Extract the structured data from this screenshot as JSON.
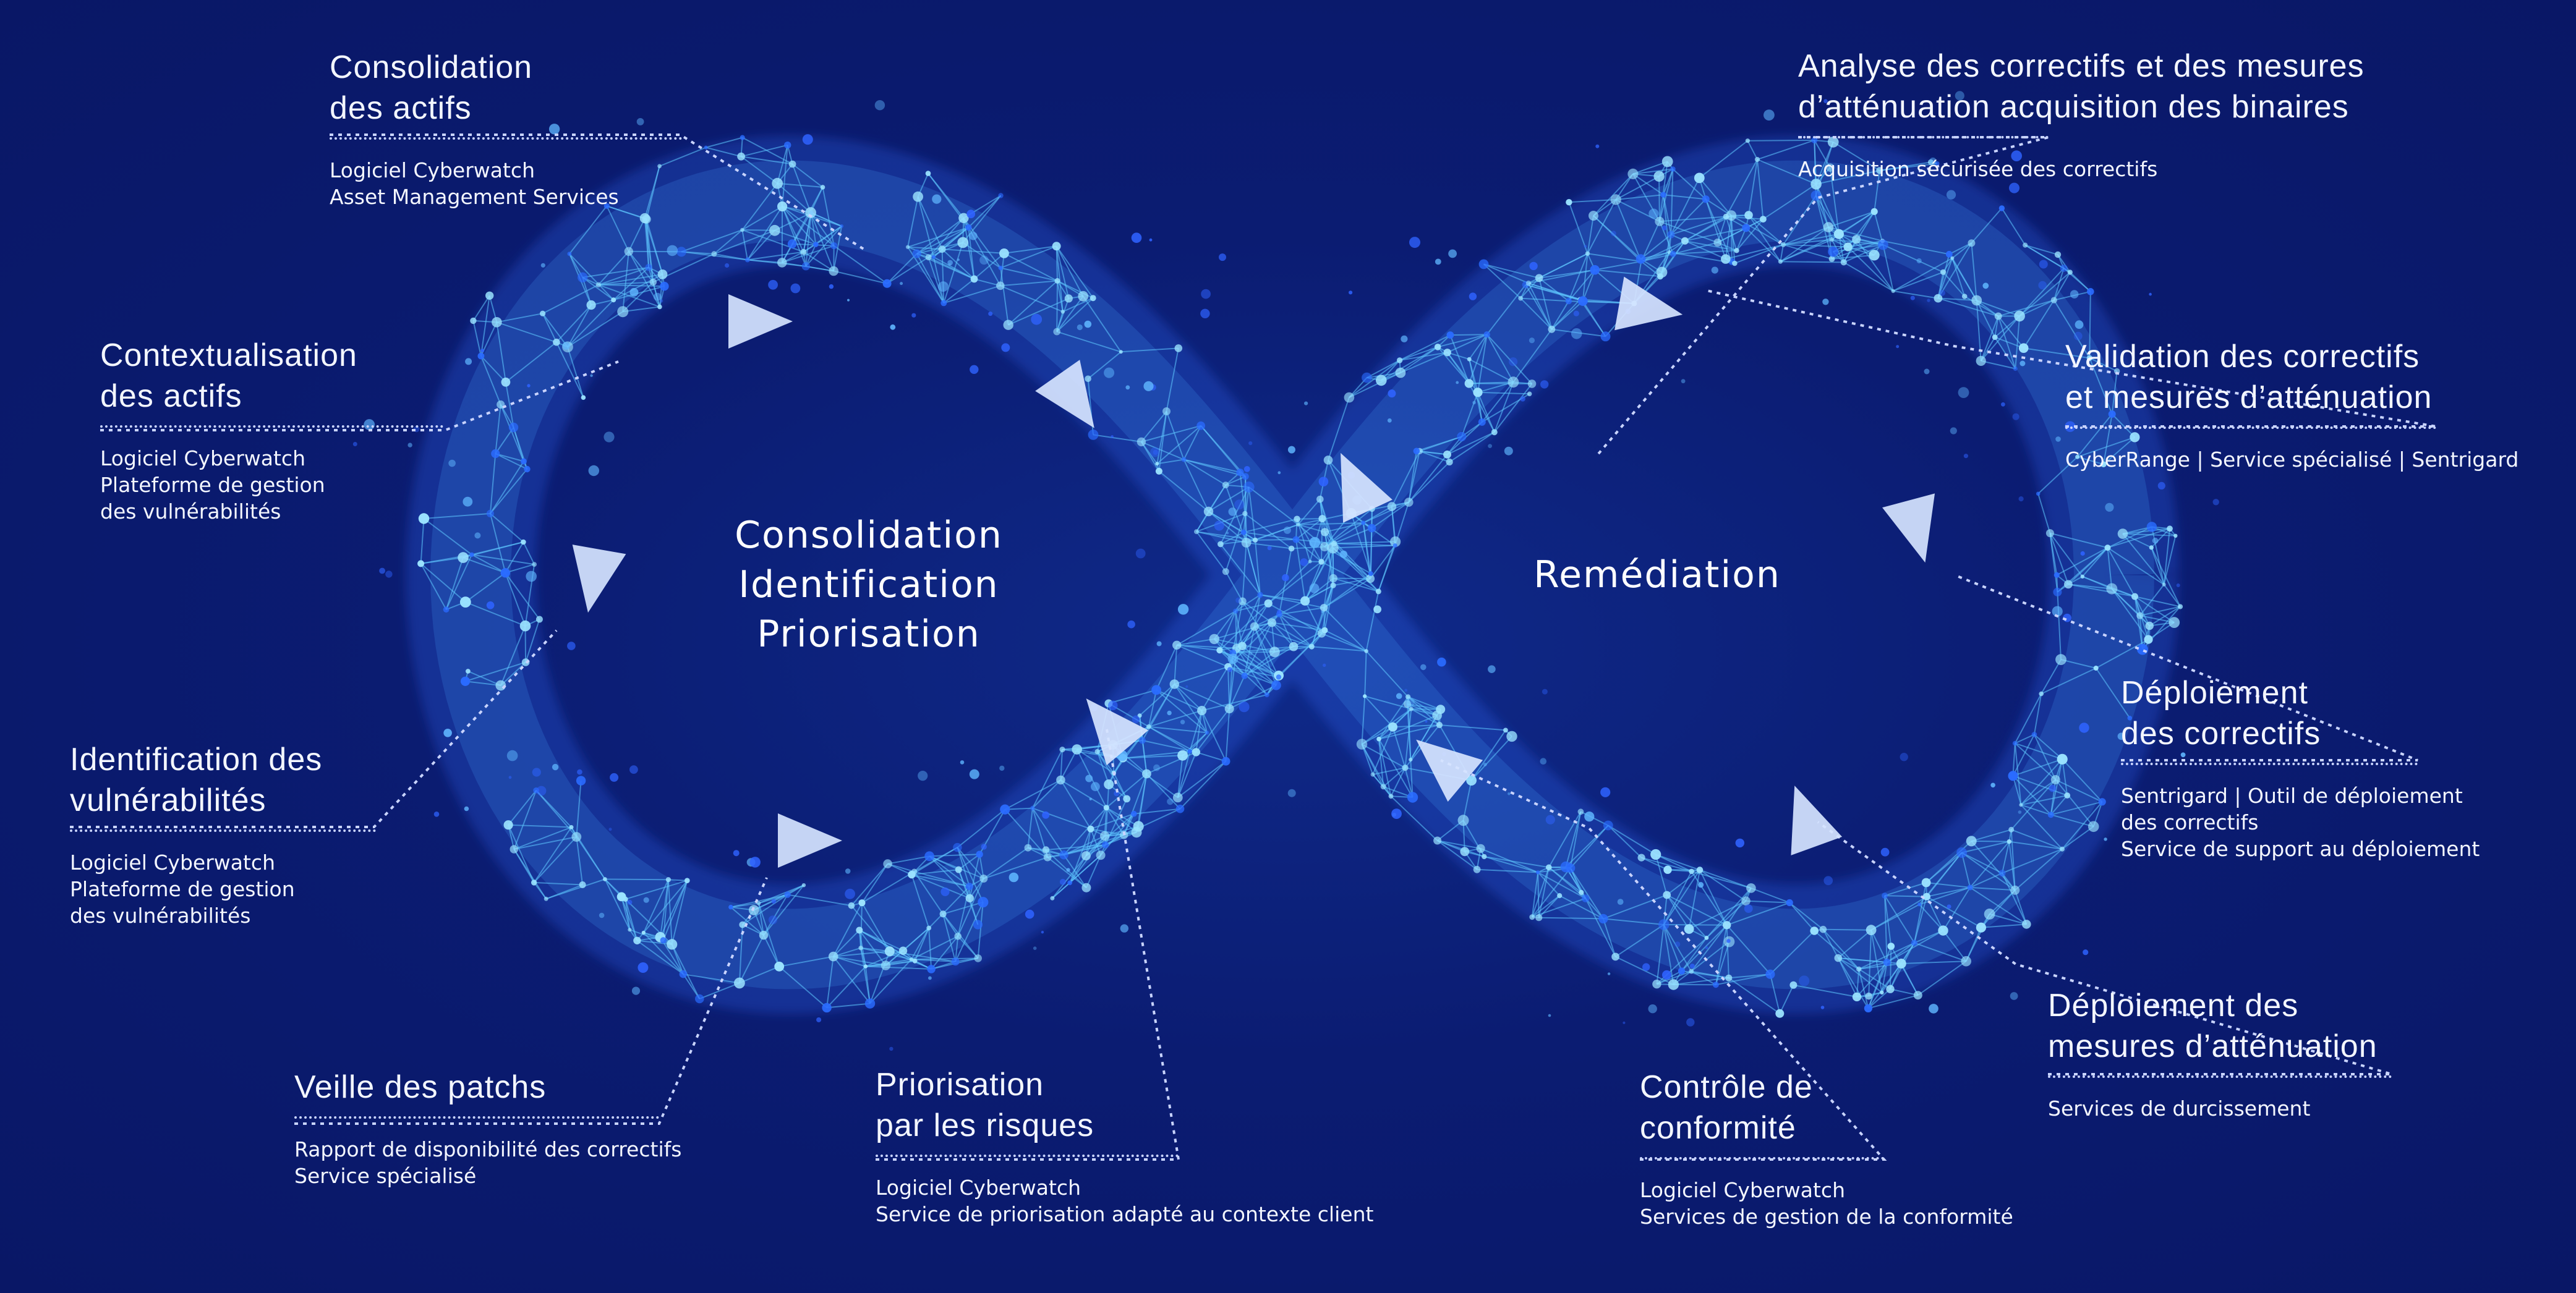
{
  "diagram": {
    "center_left": "Consolidation\nIdentification\nPriorisation",
    "center_right": "Remédiation",
    "colors": {
      "background": "#0b1c72",
      "network": "#5fc8ff",
      "node": "#9be3ff",
      "arrow": "#d6e4ff",
      "text": "#ffffff"
    },
    "steps": [
      {
        "id": "consolidation-actifs",
        "title": "Consolidation\ndes actifs",
        "detail": "Logiciel Cyberwatch\nAsset Management Services"
      },
      {
        "id": "contextualisation-actifs",
        "title": "Contextualisation\ndes actifs",
        "detail": "Logiciel Cyberwatch\nPlateforme de gestion\ndes vulnérabilités"
      },
      {
        "id": "identification-vulnerabilites",
        "title": "Identification des\nvulnérabilités",
        "detail": "Logiciel Cyberwatch\nPlateforme de gestion\ndes vulnérabilités"
      },
      {
        "id": "veille-patchs",
        "title": "Veille des patchs",
        "detail": "Rapport de disponibilité des correctifs\nService spécialisé"
      },
      {
        "id": "priorisation-risques",
        "title": "Priorisation\npar les risques",
        "detail": "Logiciel Cyberwatch\nService de priorisation adapté au contexte client"
      },
      {
        "id": "analyse-correctifs",
        "title": "Analyse des correctifs et des mesures\nd’atténuation acquisition des binaires",
        "detail": "Acquisition sécurisée des correctifs"
      },
      {
        "id": "validation-correctifs",
        "title": "Validation des correctifs\net mesures d’atténuation",
        "detail": "CyberRange | Service spécialisé  | Sentrigard"
      },
      {
        "id": "deploiement-correctifs",
        "title": "Déploiement\ndes correctifs",
        "detail": "Sentrigard | Outil de déploiement\ndes correctifs\nService de support au déploiement"
      },
      {
        "id": "deploiement-mesures",
        "title": "Déploiement des\nmesures d’atténuation",
        "detail": "Services de durcissement"
      },
      {
        "id": "controle-conformite",
        "title": "Contrôle de\nconformité",
        "detail": "Logiciel Cyberwatch\nServices de gestion de la conformité"
      }
    ]
  }
}
